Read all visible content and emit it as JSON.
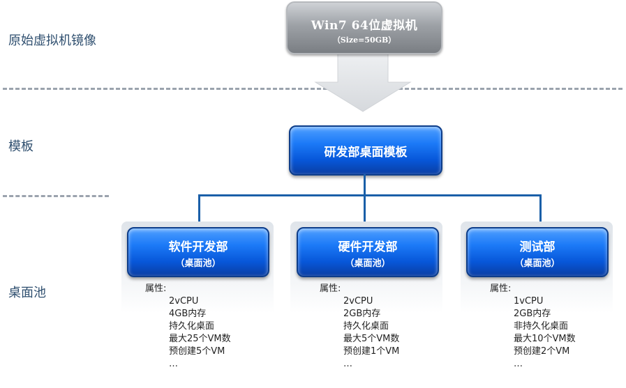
{
  "row_labels": {
    "original_image": "原始虚拟机镜像",
    "template": "模板",
    "desktop_pool": "桌面池"
  },
  "source_vm": {
    "title": "Win7 64位虚拟机",
    "subtitle": "（Size=50GB）"
  },
  "template": {
    "title": "研发部桌面模板"
  },
  "pools": [
    {
      "title": "软件开发部",
      "subtitle": "（桌面池）",
      "attributes_label": "属性:",
      "attributes": [
        "2vCPU",
        "4GB内存",
        "持久化桌面",
        "最大25个VM数",
        "预创建5个VM",
        "…"
      ]
    },
    {
      "title": "硬件开发部",
      "subtitle": "（桌面池）",
      "attributes_label": "属性:",
      "attributes": [
        "2vCPU",
        "2GB内存",
        "持久化桌面",
        "最大5个VM数",
        "预创建1个VM",
        "…"
      ]
    },
    {
      "title": "测试部",
      "subtitle": "（桌面池）",
      "attributes_label": "属性:",
      "attributes": [
        "1vCPU",
        "2GB内存",
        "非持久化桌面",
        "最大10个VM数",
        "预创建2个VM",
        "…"
      ]
    }
  ],
  "colors": {
    "blue_box": "#0757d9",
    "gray_box": "#9da1a6",
    "connector": "#1a5fa8",
    "dash": "#9ba3ad"
  }
}
